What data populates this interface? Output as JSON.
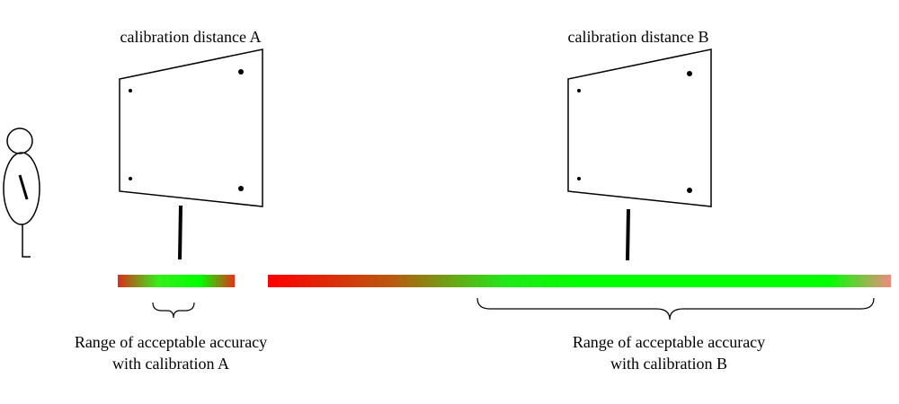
{
  "scene_a": {
    "title": "calibration distance A",
    "range_label_line1": "Range of acceptable accuracy",
    "range_label_line2": "with calibration A"
  },
  "scene_b": {
    "title": "calibration distance B",
    "range_label_line1": "Range of acceptable accuracy",
    "range_label_line2": "with calibration B"
  },
  "colors": {
    "accurate": "#00ff00",
    "inaccurate": "#ff0000",
    "outline": "#000000"
  }
}
